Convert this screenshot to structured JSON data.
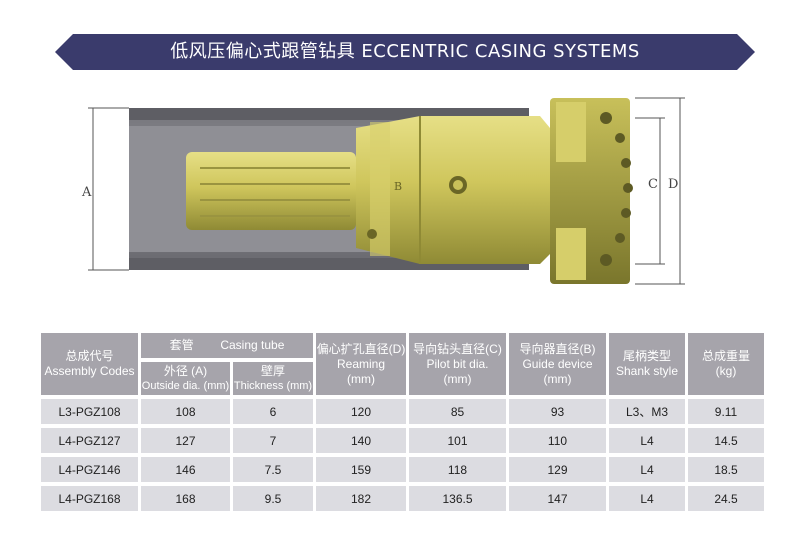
{
  "header": {
    "title": "低风压偏心式跟管钻具  ECCENTRIC CASING SYSTEMS"
  },
  "diagram": {
    "labels": {
      "a": "A",
      "b": "B",
      "c": "C",
      "d": "D"
    },
    "colors": {
      "casing": "#6e6e74",
      "bit": "#c9c15a",
      "shadow": "#8e8a36"
    }
  },
  "table": {
    "headers": {
      "assembly_cn": "总成代号",
      "assembly_en": "Assembly Codes",
      "casing_cn": "套管",
      "casing_en": "Casing tube",
      "od_cn": "外径 (A)",
      "od_en": "Outside dia. (mm)",
      "thick_cn": "壁厚",
      "thick_en": "Thickness (mm)",
      "ream_cn": "偏心扩孔直径(D)",
      "ream_en": "Reaming",
      "ream_unit": "(mm)",
      "pilot_cn": "导向钻头直径(C)",
      "pilot_en": "Pilot bit dia.",
      "pilot_unit": "(mm)",
      "guide_cn": "导向器直径(B)",
      "guide_en": "Guide device",
      "guide_unit": "(mm)",
      "shank_cn": "尾柄类型",
      "shank_en": "Shank style",
      "weight_cn": "总成重量",
      "weight_en": "(kg)"
    },
    "rows": [
      {
        "code": "L3-PGZ108",
        "od": "108",
        "thick": "6",
        "ream": "120",
        "pilot": "85",
        "guide": "93",
        "shank": "L3、M3",
        "weight": "9.11"
      },
      {
        "code": "L4-PGZ127",
        "od": "127",
        "thick": "7",
        "ream": "140",
        "pilot": "101",
        "guide": "110",
        "shank": "L4",
        "weight": "14.5"
      },
      {
        "code": "L4-PGZ146",
        "od": "146",
        "thick": "7.5",
        "ream": "159",
        "pilot": "118",
        "guide": "129",
        "shank": "L4",
        "weight": "18.5"
      },
      {
        "code": "L4-PGZ168",
        "od": "168",
        "thick": "9.5",
        "ream": "182",
        "pilot": "136.5",
        "guide": "147",
        "shank": "L4",
        "weight": "24.5"
      }
    ]
  }
}
